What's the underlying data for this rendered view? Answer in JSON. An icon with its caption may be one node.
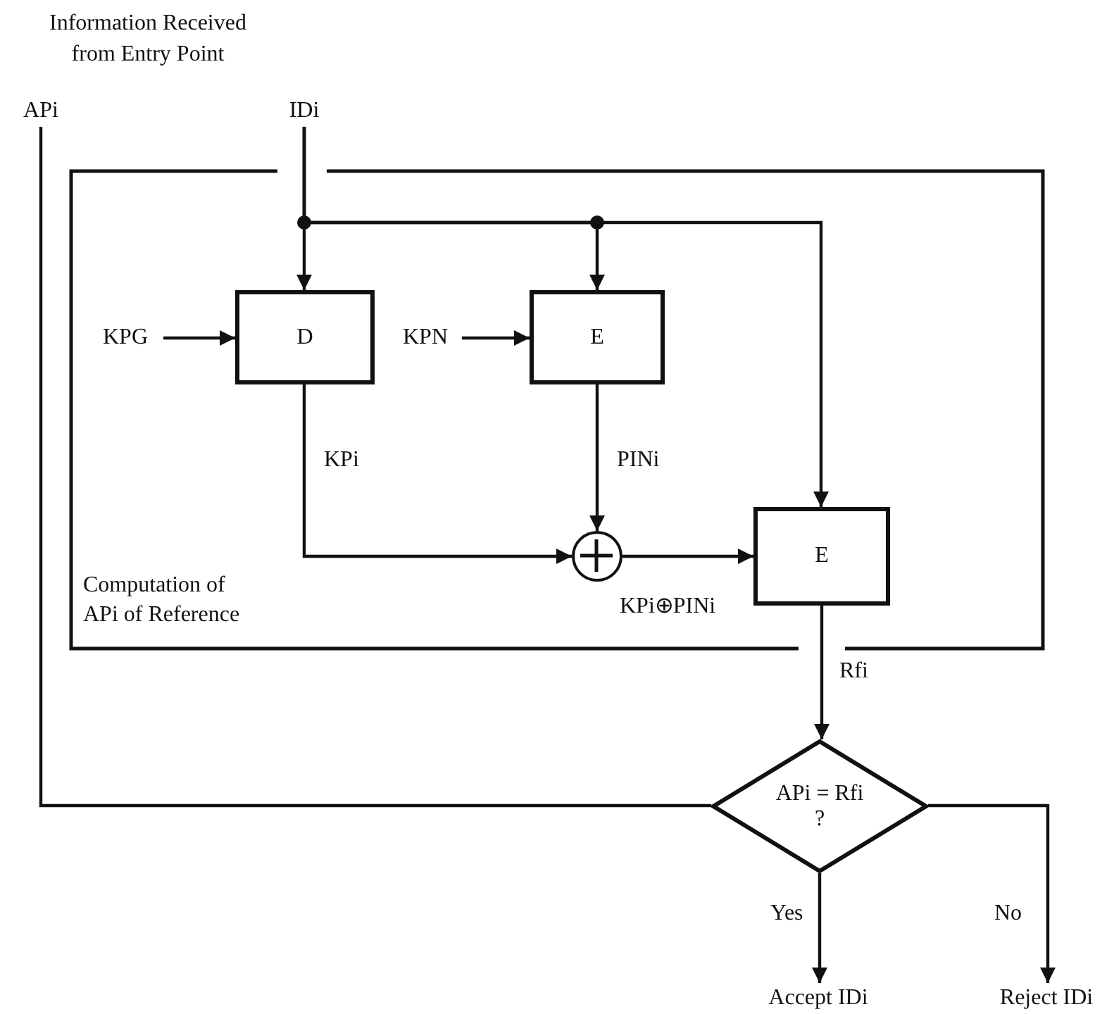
{
  "diagram": {
    "nodes": [
      {
        "text": [
          "APi"
        ]
      },
      {
        "text": [
          "IDi"
        ]
      },
      {
        "text": [
          "Computation of APi of Reference"
        ]
      },
      {
        "text": [
          "KPG"
        ],
        "in": 2
      },
      {
        "text": [
          "D"
        ],
        "in": 2
      },
      {
        "text": [
          "KPN"
        ],
        "in": 2
      },
      {
        "text": [
          "E"
        ],
        "in": 2
      },
      {
        "text": [],
        "shape": "circle",
        "in": 2
      },
      {
        "text": [
          "E"
        ],
        "in": 2
      },
      {
        "text": [
          "APi = Rfi",
          "?"
        ]
      },
      {
        "text": [
          "Accept IDi"
        ]
      },
      {
        "text": [
          "Reject IDi"
        ]
      }
    ],
    "edges": [
      {
        "from": 1,
        "to": 4,
        "arrow": "to"
      },
      {
        "from": 1,
        "to": 6,
        "arrow": "to"
      },
      {
        "from": 1,
        "to": 8,
        "arrow": "to"
      },
      {
        "from": 3,
        "to": 4,
        "arrow": "to"
      },
      {
        "from": 5,
        "to": 6,
        "arrow": "to"
      },
      {
        "from": 4,
        "to": 7,
        "arrow": "to",
        "label": "KPi"
      },
      {
        "from": 6,
        "to": 7,
        "arrow": "to",
        "label": "PINi"
      },
      {
        "from": 7,
        "to": 8,
        "arrow": "to",
        "label": "KPi⊕PINi"
      },
      {
        "from": 8,
        "to": 9,
        "arrow": "to",
        "label": "Rfi"
      },
      {
        "from": 0,
        "to": 9,
        "arrow": "none"
      },
      {
        "from": 9,
        "to": 10,
        "arrow": "to",
        "label": "Yes"
      },
      {
        "from": 9,
        "to": 11,
        "arrow": "to",
        "label": "No"
      }
    ],
    "labels": [
      "Information Received from Entry Point"
    ]
  }
}
